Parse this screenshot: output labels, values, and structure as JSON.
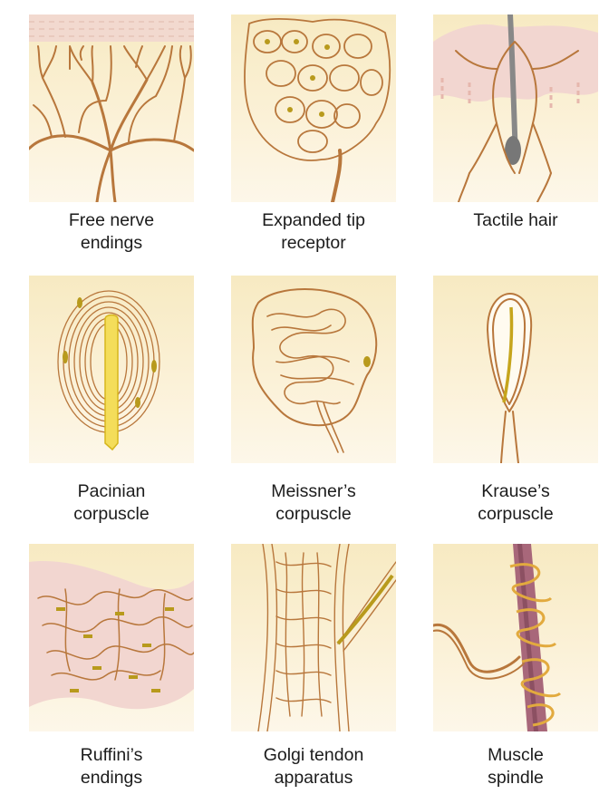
{
  "panels": [
    {
      "line1": "Free nerve",
      "line2": "endings"
    },
    {
      "line1": "Expanded tip",
      "line2": "receptor"
    },
    {
      "line1": "Tactile hair",
      "line2": ""
    },
    {
      "line1": "Pacinian",
      "line2": "corpuscle"
    },
    {
      "line1": "Meissner’s",
      "line2": "corpuscle"
    },
    {
      "line1": "Krause’s",
      "line2": "corpuscle"
    },
    {
      "line1": "Ruffini’s",
      "line2": "endings"
    },
    {
      "line1": "Golgi tendon",
      "line2": "apparatus"
    },
    {
      "line1": "Muscle",
      "line2": "spindle"
    }
  ],
  "colors": {
    "background": "#fbf1d7",
    "nerve": "#b8773c",
    "skin": "#f2d6d0",
    "yellow_axon": "#e8c52a",
    "muscle": "#9a5a6a"
  }
}
